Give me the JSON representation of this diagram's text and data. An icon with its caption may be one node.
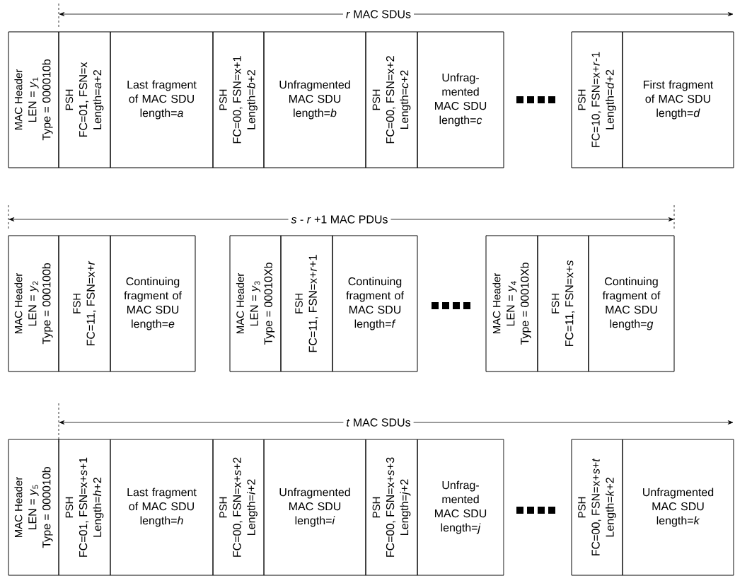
{
  "diagram": {
    "nodes": [
      {
        "text": [
          "MAC Header",
          "LEN = *y*$_{1}$",
          "Type = 000010b"
        ]
      },
      {
        "text": [
          "PSH",
          "FC=01, FSN=x",
          "Length=*a*+2"
        ]
      },
      {
        "text": [
          "Last fragment of MAC SDU",
          "length=*a*"
        ]
      },
      {
        "text": [
          "PSH",
          "FC=00, FSN=x+1",
          "Length=*b*+2"
        ]
      },
      {
        "text": [
          "Unfragmented MAC SDU",
          "length=*b*"
        ]
      },
      {
        "text": [
          "PSH",
          "FC=00, FSN=x+2",
          "Length=*c*+2"
        ]
      },
      {
        "text": [
          "Unfrag- mented MAC SDU",
          "length=*c*"
        ]
      },
      {
        "text": [
          "PSH",
          "FC=10, FSN=x+*r*-1",
          "Length=*d*+2"
        ]
      },
      {
        "text": [
          "First fragment of MAC SDU",
          "length=*d*"
        ]
      },
      {
        "text": [
          "MAC Header",
          "LEN = *y*$_{2}$",
          "Type = 000100b"
        ]
      },
      {
        "text": [
          "FSH",
          "FC=11, FSN=x+*r*"
        ]
      },
      {
        "text": [
          "Continuing fragment of MAC SDU",
          "length=*e*"
        ]
      },
      {
        "text": [
          "MAC Header",
          "LEN = *y*$_{3}$",
          "Type = 00010Xb"
        ]
      },
      {
        "text": [
          "FSH",
          "FC=11, FSN=x+*r*+1"
        ]
      },
      {
        "text": [
          "Continuing fragment of MAC SDU",
          "length=*f*"
        ]
      },
      {
        "text": [
          "MAC Header",
          "LEN = *y*$_{4}$",
          "Type = 00010Xb"
        ]
      },
      {
        "text": [
          "FSH",
          "FC=11, FSN=x+*s*"
        ]
      },
      {
        "text": [
          "Continuing fragment of MAC SDU",
          "length=*g*"
        ]
      },
      {
        "text": [
          "MAC Header",
          "LEN = *y*$_{5}$",
          "Type = 000010b"
        ]
      },
      {
        "text": [
          "PSH",
          "FC=01, FSN=x+*s*+1",
          "Length=*h*+2"
        ]
      },
      {
        "text": [
          "Last fragment of MAC SDU",
          "length=*h*"
        ]
      },
      {
        "text": [
          "PSH",
          "FC=00, FSN=x+*s*+2",
          "Length=*i*+2"
        ]
      },
      {
        "text": [
          "Unfragmented MAC SDU",
          "length=*i*"
        ]
      },
      {
        "text": [
          "PSH",
          "FC=00, FSN=x+*s*+3",
          "Length=*j*+2"
        ]
      },
      {
        "text": [
          "Unfrag- mented MAC SDU",
          "length=*j*"
        ]
      },
      {
        "text": [
          "PSH",
          "FC=00, FSN=x+*s*+*t*",
          "Length=*k*+2"
        ]
      },
      {
        "text": [
          "Unfragmented MAC SDU",
          "length=*k*"
        ]
      }
    ],
    "labels": [
      "*r* MAC SDUs",
      "*s* - *r* +1 MAC PDUs",
      "*t* MAC SDUs"
    ]
  }
}
